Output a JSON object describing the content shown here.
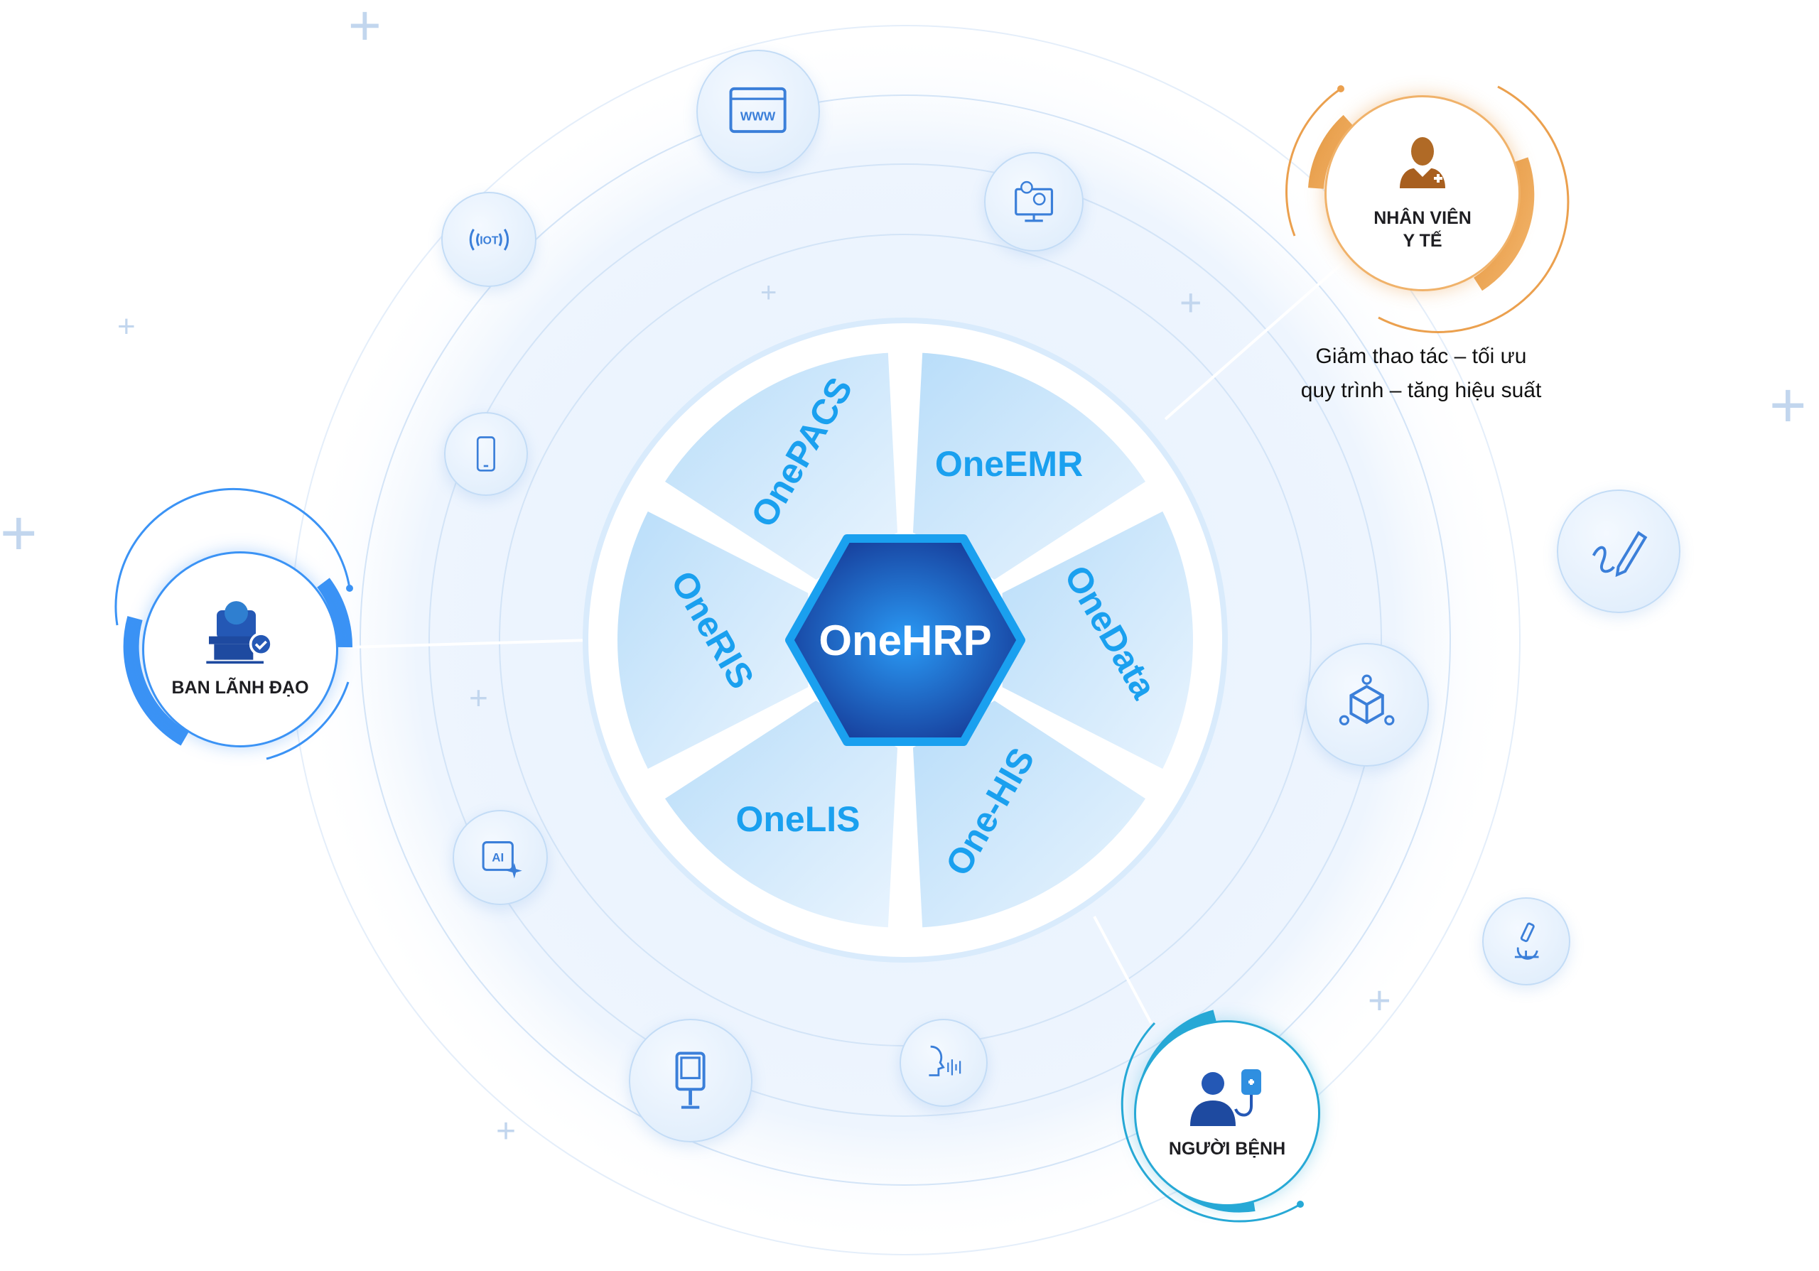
{
  "center": {
    "title": "OneHRP"
  },
  "modules": [
    {
      "id": "data",
      "label": "OneData"
    },
    {
      "id": "his",
      "label": "One-HIS"
    },
    {
      "id": "lis",
      "label": "OneLIS"
    },
    {
      "id": "ris",
      "label": "OneRIS"
    },
    {
      "id": "pacs",
      "label": "OnePACS"
    },
    {
      "id": "emr",
      "label": "OneEMR"
    }
  ],
  "personas": {
    "leaders": {
      "label": "BAN LÃNH ĐẠO"
    },
    "staff": {
      "line1": "NHÂN VIÊN",
      "line2": "Y TẾ",
      "caption_line1": "Giảm thao tác – tối ưu",
      "caption_line2": "quy trình – tăng hiệu suất"
    },
    "patient": {
      "label": "NGƯỜI BỆNH"
    }
  },
  "feature_icons": {
    "www_text": "WWW",
    "iot_text": "IOT",
    "ai_text": "AI"
  },
  "colors": {
    "primary": "#1f4fb0",
    "accent": "#1aa0ef",
    "leader": "#3b93f5",
    "staff": "#eba04e",
    "patient": "#27a9d6"
  }
}
